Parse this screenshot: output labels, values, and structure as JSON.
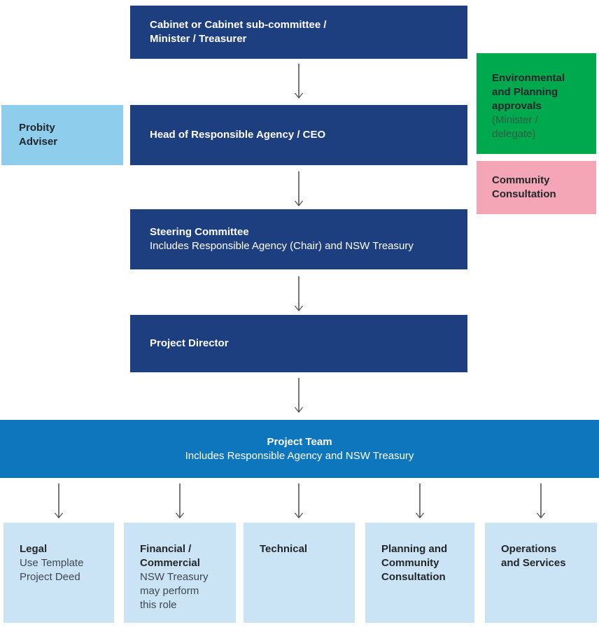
{
  "colors": {
    "navy": "#1D3E7F",
    "blue": "#0E76BC",
    "sky": "#8ECDEC",
    "pale": "#CBE4F5",
    "green": "#00A84E",
    "pink": "#F5A6B6"
  },
  "nodes": {
    "cabinet": {
      "title": "Cabinet or Cabinet sub-committee /\nMinister / Treasurer"
    },
    "probity": {
      "title": "Probity\nAdviser"
    },
    "head": {
      "title": "Head of Responsible Agency / CEO"
    },
    "env_approvals": {
      "title": "Environmental\nand Planning\napprovals",
      "subtitle": "(Minister /\ndelegate)"
    },
    "community": {
      "title": "Community\nConsultation"
    },
    "steering": {
      "title": "Steering Committee",
      "subtitle": "Includes Responsible Agency (Chair) and NSW Treasury"
    },
    "director": {
      "title": "Project Director"
    },
    "team": {
      "title": "Project Team",
      "subtitle": "Includes Responsible Agency and NSW Treasury"
    },
    "legal": {
      "title": "Legal",
      "subtitle": "Use Template\nProject Deed"
    },
    "financial": {
      "title": "Financial /\nCommercial",
      "subtitle": "NSW Treasury\nmay perform\nthis role"
    },
    "technical": {
      "title": "Technical"
    },
    "planning": {
      "title": "Planning and\nCommunity\nConsultation"
    },
    "operations": {
      "title": "Operations\nand Services"
    }
  }
}
